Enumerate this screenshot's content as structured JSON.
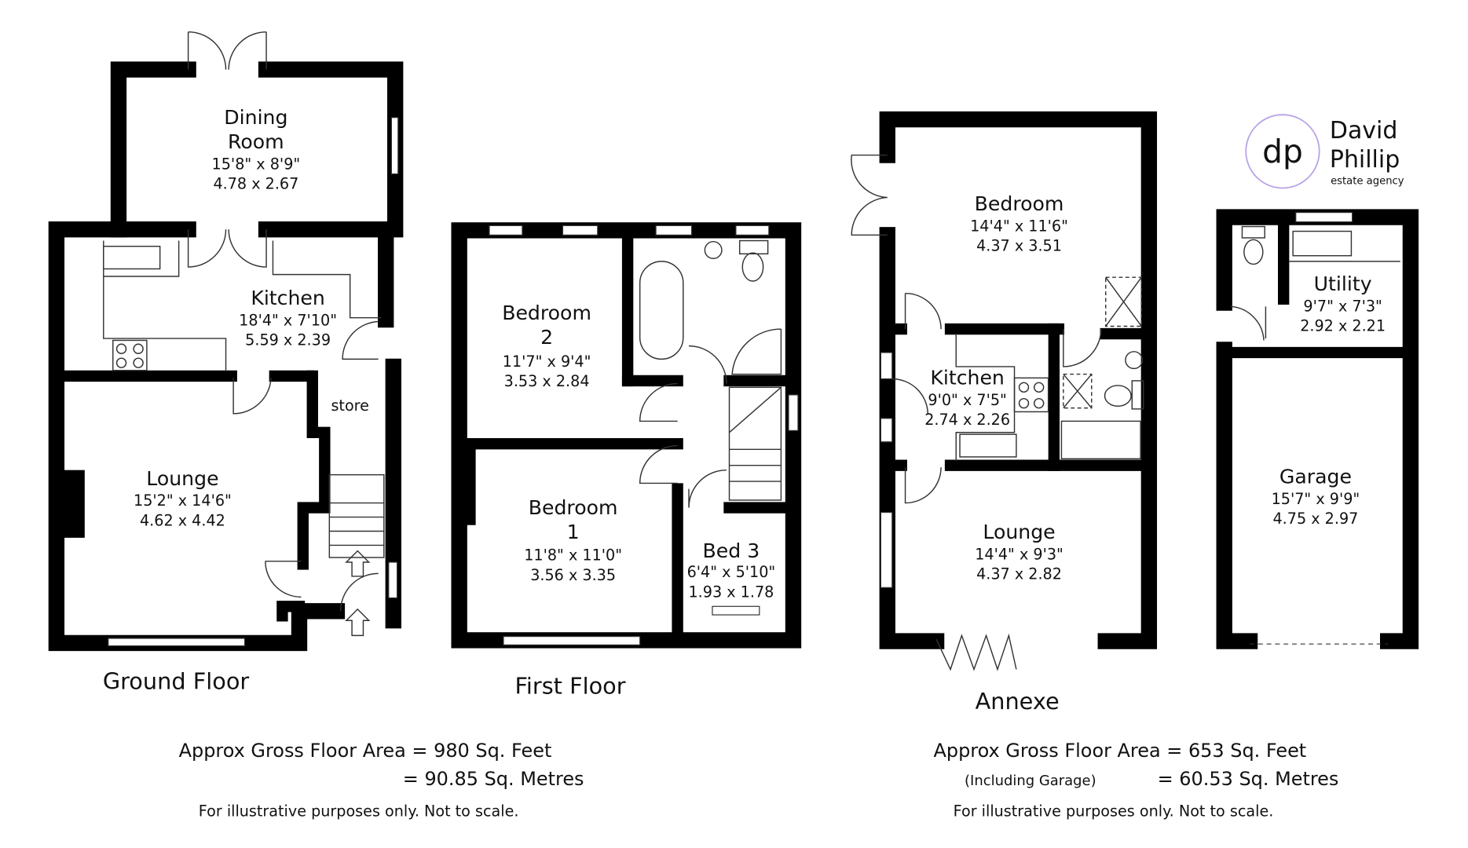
{
  "brand": {
    "logo_text": "dp",
    "name_line1": "David",
    "name_line2": "Phillip",
    "tagline": "estate agency",
    "ring_color": "#b9a3e6"
  },
  "ground_floor": {
    "label": "Ground Floor",
    "rooms": [
      {
        "name": "Dining",
        "name2": "Room",
        "imperial": "15'8\" x  8'9\"",
        "metric": "4.78  x  2.67"
      },
      {
        "name": "Kitchen",
        "imperial": "18'4\" x 7'10\"",
        "metric": "5.59  x  2.39"
      },
      {
        "name": "Lounge",
        "imperial": "15'2\" x 14'6\"",
        "metric": "4.62  x  4.42"
      },
      {
        "name": "store"
      }
    ]
  },
  "first_floor": {
    "label": "First Floor",
    "rooms": [
      {
        "name": "Bedroom",
        "name2": "2",
        "imperial": "11'7\"  x  9'4\"",
        "metric": "3.53  x  2.84"
      },
      {
        "name": "Bedroom",
        "name2": "1",
        "imperial": "11'8\" x 11'0\"",
        "metric": "3.56  x  3.35"
      },
      {
        "name": "Bed 3",
        "imperial": "6'4\"  x 5'10\"",
        "metric": "1.93  x  1.78"
      }
    ]
  },
  "annexe": {
    "label": "Annexe",
    "rooms": [
      {
        "name": "Bedroom",
        "imperial": "14'4\" x 11'6\"",
        "metric": "4.37  x  3.51"
      },
      {
        "name": "Kitchen",
        "imperial": "9'0\"  x  7'5\"",
        "metric": "2.74  x  2.26"
      },
      {
        "name": "Lounge",
        "imperial": "14'4\" x  9'3\"",
        "metric": "4.37  x  2.82"
      },
      {
        "name": "Utility",
        "imperial": "9'7\"  x  7'3\"",
        "metric": "2.92  x  2.21"
      },
      {
        "name": "Garage",
        "imperial": "15'7\"  x  9'9\"",
        "metric": "4.75  x  2.97"
      }
    ]
  },
  "main_house_area": {
    "line1": "Approx Gross Floor Area  =  980  Sq. Feet",
    "line2": "=  90.85  Sq. Metres",
    "disclaimer": "For illustrative purposes only. Not to scale."
  },
  "annexe_area": {
    "line1": "Approx Gross Floor Area  =  653  Sq. Feet",
    "note": "(Including Garage)",
    "line2": "=  60.53  Sq. Metres",
    "disclaimer": "For illustrative purposes only. Not to scale."
  }
}
